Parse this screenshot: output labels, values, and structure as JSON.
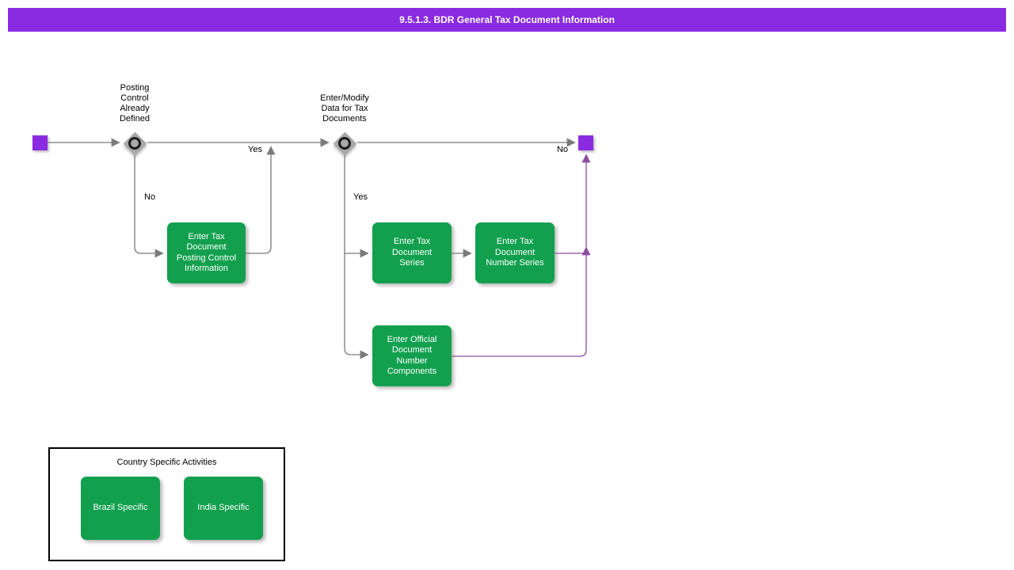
{
  "colors": {
    "header_bg": "#8A2BE2",
    "header_text": "#FFFFFF",
    "activity_green": "#12A04F",
    "activity_text": "#FFFFFF",
    "connector_gray": "#7A7A7A",
    "connector_purple": "#8D4C9E",
    "node_purple": "#8A2BE2",
    "diamond_gray": "#A9A9A9",
    "label_text": "#000000",
    "group_border": "#000000",
    "canvas_bg": "#FFFFFF"
  },
  "header": {
    "title": "9.5.1.3. BDR General Tax Document Information"
  },
  "flow": {
    "decisions": [
      {
        "label": "Posting\nControl\nAlready\nDefined",
        "yes_label": "Yes",
        "no_label": "No"
      },
      {
        "label": "Enter/Modify\nData for Tax\nDocuments",
        "yes_label": "Yes",
        "no_label": "No"
      }
    ],
    "activities": [
      {
        "label": "Enter Tax\nDocument\nPosting Control\nInformation"
      },
      {
        "label": "Enter Tax\nDocument\nSeries"
      },
      {
        "label": "Enter Tax\nDocument\nNumber Series"
      },
      {
        "label": "Enter Official\nDocument\nNumber\nComponents"
      }
    ]
  },
  "country_group": {
    "title": "Country Specific Activities",
    "activities": [
      {
        "label": "Brazil Specific"
      },
      {
        "label": "India Specific"
      }
    ]
  }
}
